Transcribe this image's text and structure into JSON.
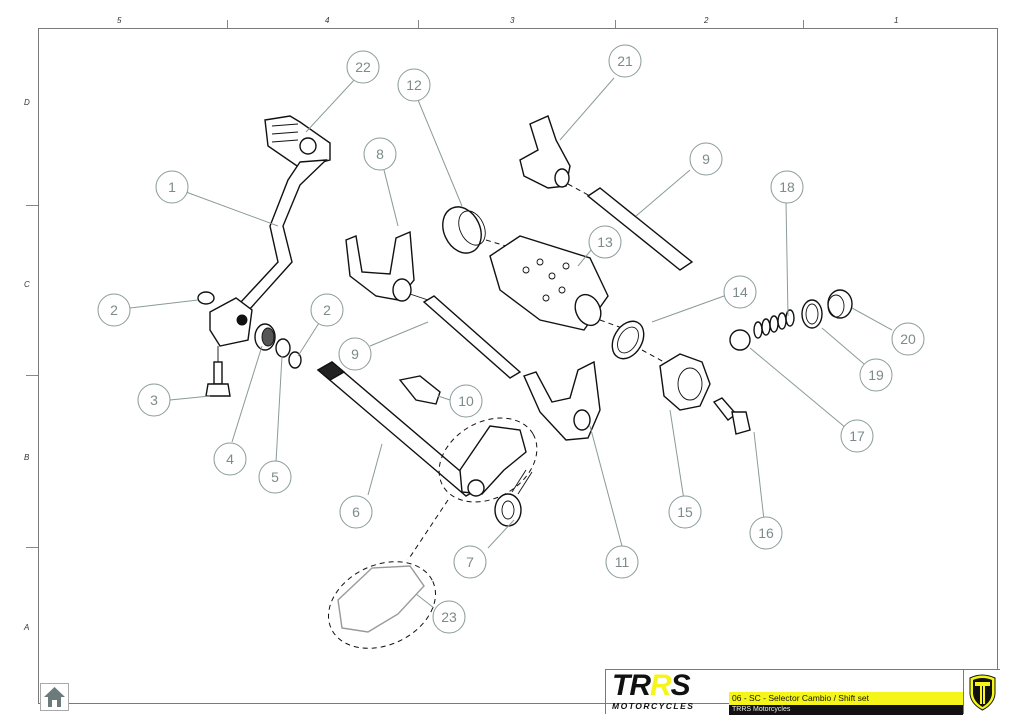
{
  "sheet": {
    "zone_columns": [
      "5",
      "4",
      "3",
      "2",
      "1"
    ],
    "zone_rows": [
      "D",
      "C",
      "B",
      "A"
    ]
  },
  "title_block": {
    "brand_logo_text": "TRRS",
    "brand_logo_subtext": "MOTORCYCLES",
    "drawing_title": "06 - SC - Selector Cambio / Shift set",
    "company": "TRRS Motorcycles",
    "accent_color": "#f5f51a",
    "shield_icon": "trrs-shield-logo"
  },
  "callouts": [
    "1",
    "2",
    "2",
    "3",
    "4",
    "5",
    "6",
    "7",
    "8",
    "9",
    "9",
    "10",
    "11",
    "12",
    "13",
    "14",
    "15",
    "16",
    "17",
    "18",
    "19",
    "20",
    "21",
    "22",
    "23"
  ],
  "navigation": {
    "home_icon": "home-icon"
  }
}
